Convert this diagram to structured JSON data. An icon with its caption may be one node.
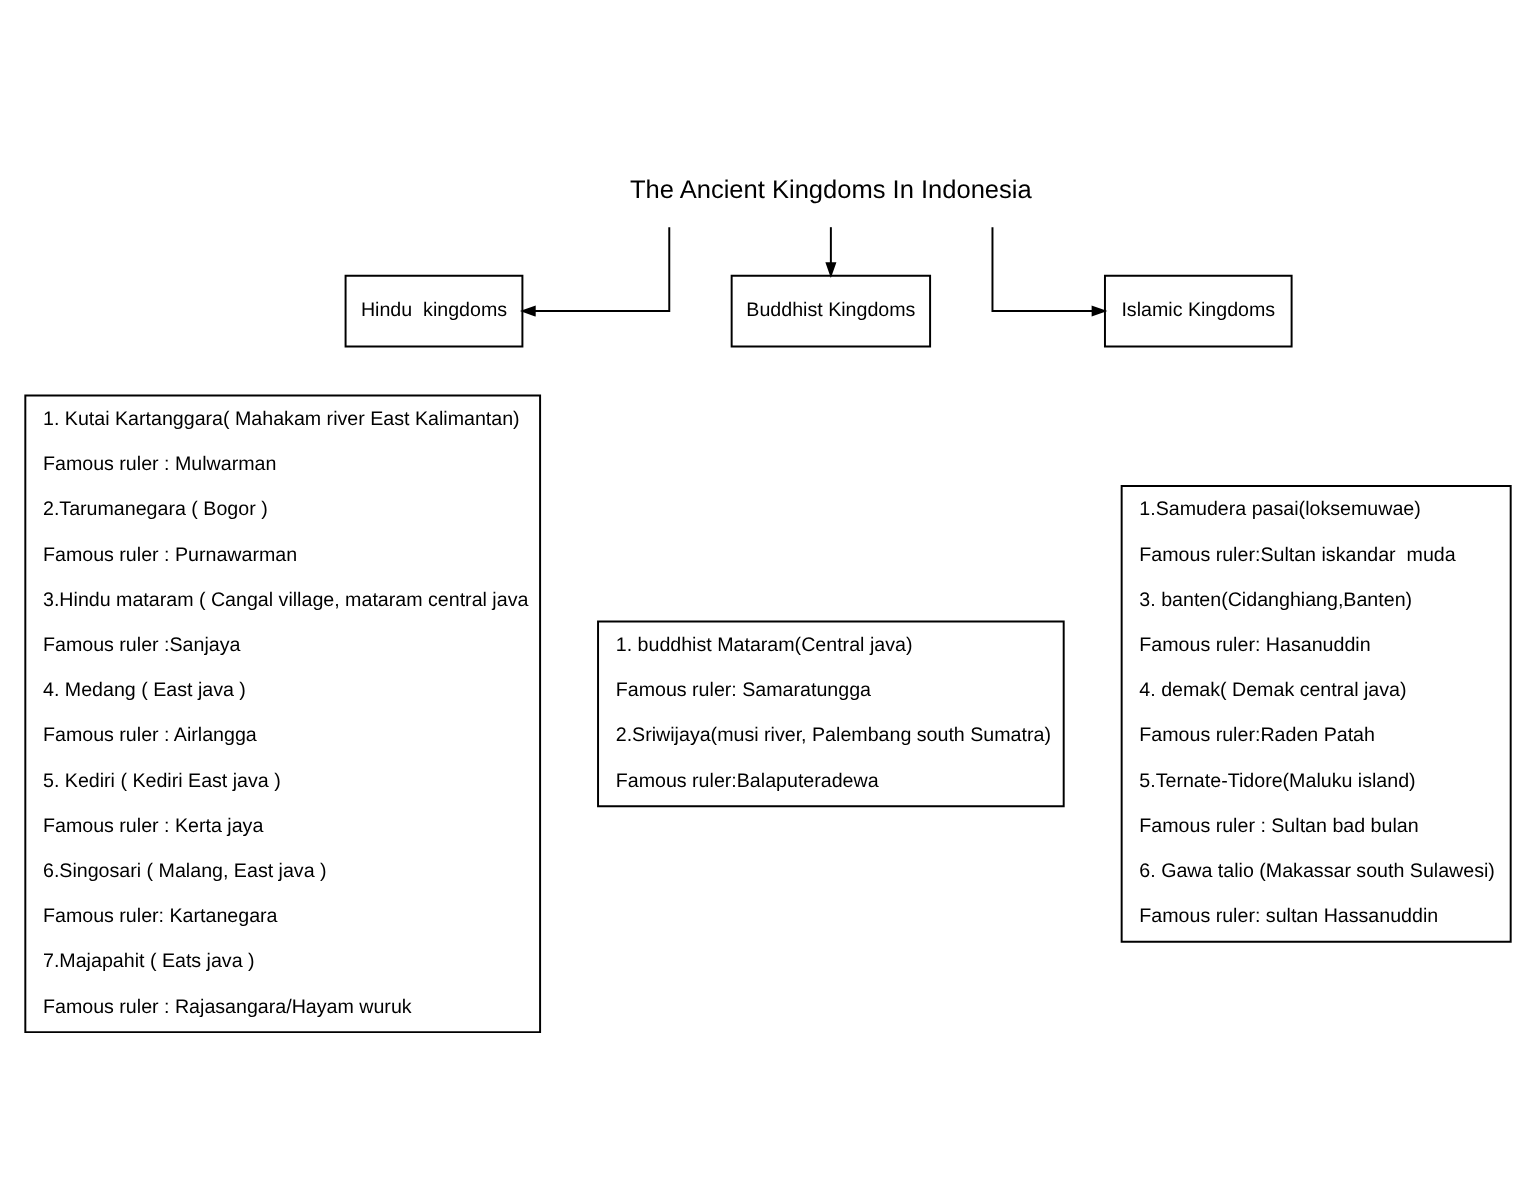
{
  "diagram": {
    "nodes": [
      {
        "text": [
          "The Ancient Kingdoms In Indonesia"
        ]
      },
      {
        "text": [
          "Hindu  kingdoms"
        ]
      },
      {
        "text": [
          "1. Kutai Kartanggara( Mahakam river East Kalimantan)",
          "Famous ruler : Mulwarman",
          "2.Tarumanegara ( Bogor )",
          "Famous ruler : Purnawarman",
          "3.Hindu mataram ( Cangal village, mataram central java",
          "Famous ruler :Sanjaya",
          "4. Medang ( East java )",
          "Famous ruler : Airlangga",
          "5. Kediri ( Kediri East java )",
          "Famous ruler : Kerta jaya",
          "6.Singosari ( Malang, East java )",
          "Famous ruler: Kartanegara",
          "7.Majapahit ( Eats java )",
          "Famous ruler : Rajasangara/Hayam wuruk"
        ]
      },
      {
        "text": [
          "Buddhist Kingdoms"
        ]
      },
      {
        "text": [
          "1. buddhist Mataram(Central java)",
          "Famous ruler: Samaratungga",
          "2.Sriwijaya(musi river, Palembang south Sumatra)",
          "Famous ruler:Balaputeradewa"
        ]
      },
      {
        "text": [
          "Islamic Kingdoms"
        ]
      },
      {
        "text": [
          "1.Samudera pasai(loksemuwae)",
          "Famous ruler:Sultan iskandar  muda",
          "3. banten(Cidanghiang,Banten)",
          "Famous ruler: Hasanuddin",
          "4. demak( Demak central java)",
          "Famous ruler:Raden Patah",
          "5.Ternate-Tidore(Maluku island)",
          "Famous ruler : Sultan bad bulan",
          "6. Gawa talio (Makassar south Sulawesi)",
          "Famous ruler: sultan Hassanuddin"
        ]
      }
    ],
    "edges": [
      {
        "from": 0,
        "to": 1,
        "arrow": "to"
      },
      {
        "from": 0,
        "to": 3,
        "arrow": "to"
      },
      {
        "from": 0,
        "to": 5,
        "arrow": "to"
      }
    ]
  }
}
